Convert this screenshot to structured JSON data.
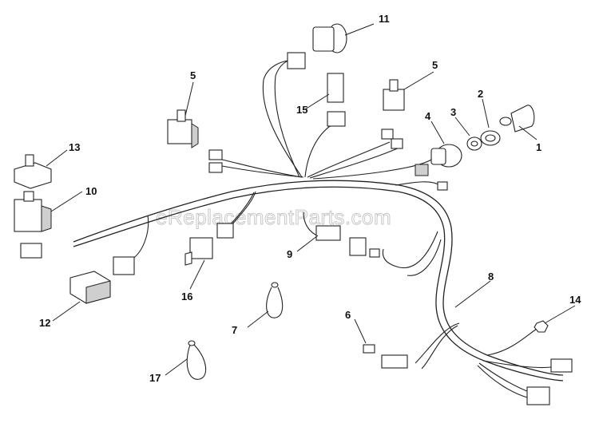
{
  "watermark": "eReplacementParts.com",
  "callouts": [
    {
      "id": "c1",
      "text": "1"
    },
    {
      "id": "c2",
      "text": "2"
    },
    {
      "id": "c3",
      "text": "3"
    },
    {
      "id": "c4",
      "text": "4"
    },
    {
      "id": "c5a",
      "text": "5"
    },
    {
      "id": "c5b",
      "text": "5"
    },
    {
      "id": "c6",
      "text": "6"
    },
    {
      "id": "c7",
      "text": "7"
    },
    {
      "id": "c8",
      "text": "8"
    },
    {
      "id": "c9",
      "text": "9"
    },
    {
      "id": "c10",
      "text": "10"
    },
    {
      "id": "c11",
      "text": "11"
    },
    {
      "id": "c12",
      "text": "12"
    },
    {
      "id": "c13",
      "text": "13"
    },
    {
      "id": "c14",
      "text": "14"
    },
    {
      "id": "c15",
      "text": "15"
    },
    {
      "id": "c16",
      "text": "16"
    },
    {
      "id": "c17",
      "text": "17"
    }
  ]
}
